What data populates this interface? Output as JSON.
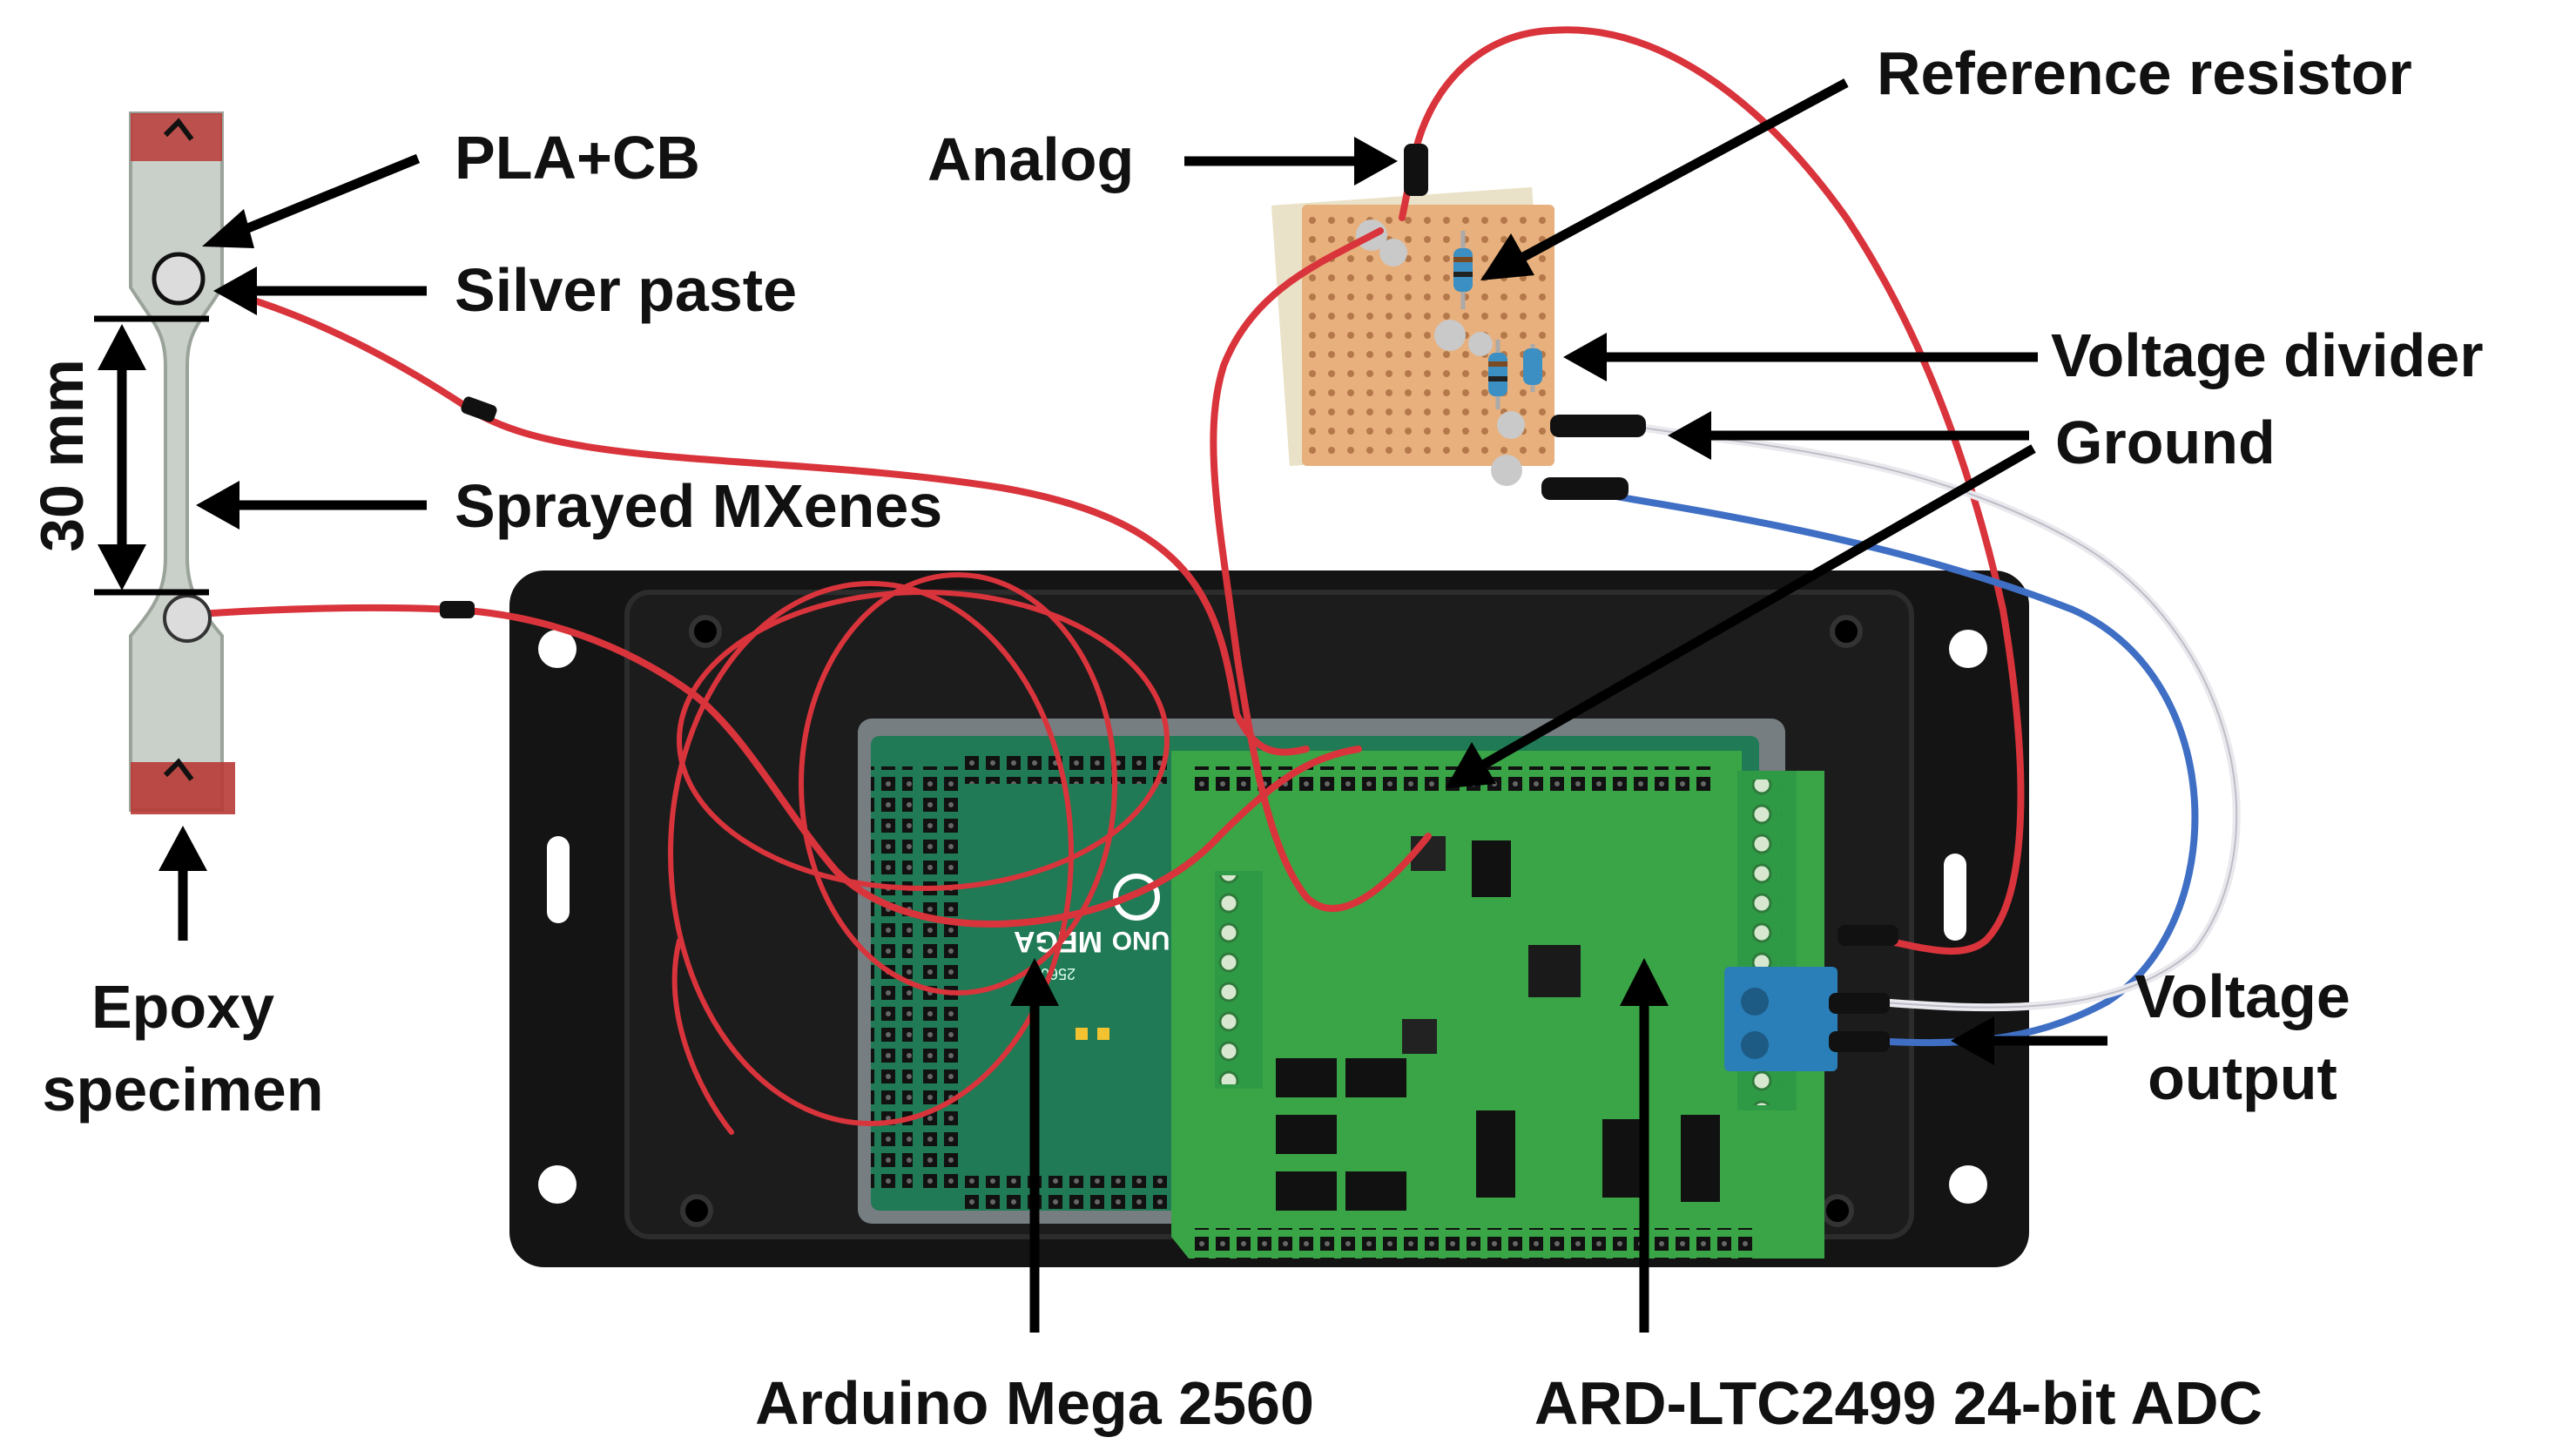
{
  "labels": {
    "pla_cb": "PLA+CB",
    "silver_paste": "Silver paste",
    "dimension": "30 mm",
    "sprayed_mxenes": "Sprayed MXenes",
    "epoxy_line1": "Epoxy",
    "epoxy_line2": "specimen",
    "analog": "Analog",
    "reference_resistor": "Reference resistor",
    "voltage_divider": "Voltage divider",
    "ground": "Ground",
    "voltage_output_line1": "Voltage",
    "voltage_output_line2": "output",
    "arduino": "Arduino Mega 2560",
    "adc": "ARD-LTC2499 24-bit ADC"
  },
  "board_text": {
    "mega": "MEGA",
    "uno": "UNO",
    "mega_model": "2560"
  },
  "colors": {
    "background": "#ffffff",
    "enclosure": "#141414",
    "arduino_pcb": "#1f7a55",
    "adc_pcb": "#3aa546",
    "terminal_green": "#2f9a45",
    "terminal_blue": "#2a7fb8",
    "wire_red": "#d9343c",
    "wire_blue": "#3f6fc4",
    "wire_white": "#e9e9ee",
    "perfboard": "#e7b07d",
    "specimen": "#c9cfc9",
    "tape_red": "#b83a36",
    "label_text": "#111111"
  }
}
